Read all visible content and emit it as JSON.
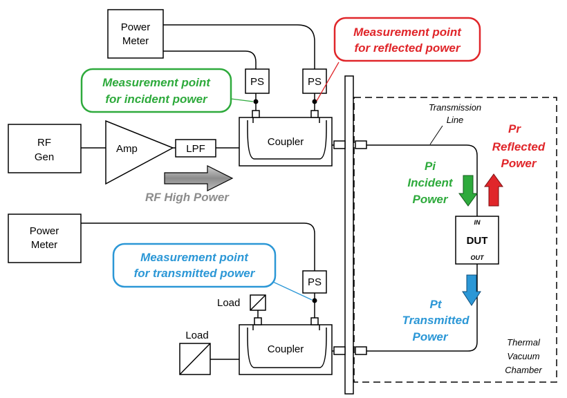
{
  "colors": {
    "incident": "#2eaa3c",
    "reflected": "#e0262a",
    "transmitted": "#2b97d6",
    "rf_power": "#8c8c8c"
  },
  "labels": {
    "power_meter_top": [
      "Power",
      "Meter"
    ],
    "power_meter_bottom": [
      "Power",
      "Meter"
    ],
    "rf_gen": [
      "RF",
      "Gen"
    ],
    "amp": "Amp",
    "lpf": "LPF",
    "coupler_top": "Coupler",
    "coupler_bottom": "Coupler",
    "ps": "PS",
    "load_small": "Load",
    "load_big": "Load",
    "dut": "DUT",
    "dut_in": "IN",
    "dut_out": "OUT",
    "transmission_line": [
      "Transmission",
      "Line"
    ],
    "rf_high_power": "RF High Power",
    "thermal_chamber": [
      "Thermal",
      "Vacuum",
      "Chamber"
    ]
  },
  "callouts": {
    "incident": [
      "Measurement point",
      "for incident power"
    ],
    "reflected": [
      "Measurement point",
      "for reflected power"
    ],
    "transmitted": [
      "Measurement point",
      "for transmitted power"
    ]
  },
  "power_labels": {
    "incident": [
      "Pi",
      "Incident",
      "Power"
    ],
    "reflected": [
      "Pr",
      "Reflected",
      "Power"
    ],
    "transmitted": [
      "Pt",
      "Transmitted",
      "Power"
    ]
  }
}
